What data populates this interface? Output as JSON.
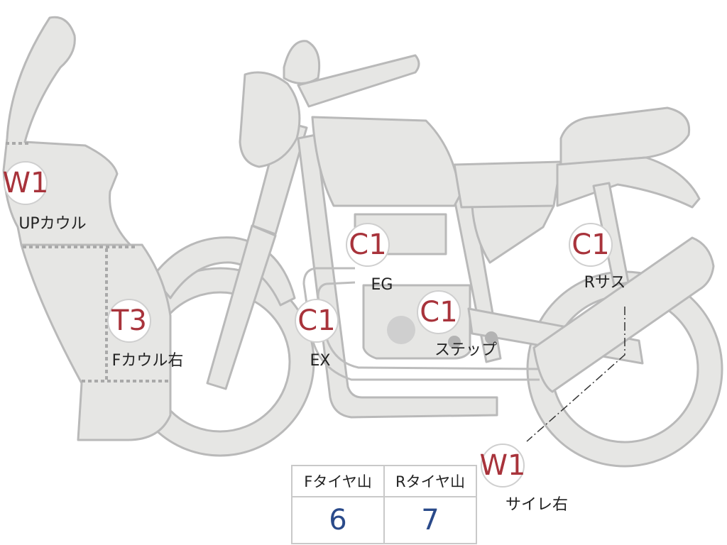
{
  "markers": [
    {
      "id": "upcowl",
      "code": "W1",
      "label": "UPカウル"
    },
    {
      "id": "fcowl",
      "code": "T3",
      "label": "Fカウル右"
    },
    {
      "id": "ex",
      "code": "C1",
      "label": "EX"
    },
    {
      "id": "eg",
      "code": "C1",
      "label": "EG"
    },
    {
      "id": "step",
      "code": "C1",
      "label": "ステップ"
    },
    {
      "id": "rsus",
      "code": "C1",
      "label": "Rサス"
    },
    {
      "id": "silencer",
      "code": "W1",
      "label": "サイレ右"
    }
  ],
  "tire_table": {
    "headers": [
      "Fタイヤ山",
      "Rタイヤ山"
    ],
    "values": [
      "6",
      "7"
    ]
  },
  "colors": {
    "body_fill": "#e6e6e4",
    "outline": "#b9b9b9",
    "code_red": "#a8333b",
    "value_blue": "#2a4a8a"
  }
}
